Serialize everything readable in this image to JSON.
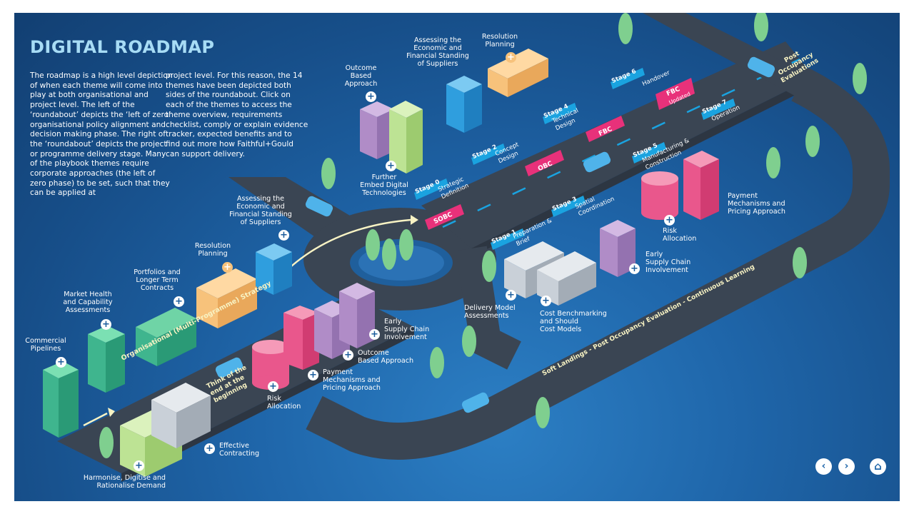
{
  "title": "DIGITAL ROADMAP",
  "intro_left": "The roadmap is a high level depiction of when each theme will come into play at both organisational and project level. The left of the ‘roundabout’ depicts the ‘left of zero’ organisational policy alignment and decision making phase. The right of the ‘roundabout’ depicts the project or programme delivery stage. Many of the playbook themes require corporate approaches (the left of zero phase) to be set, such that they can be applied at",
  "intro_right": "project level. For this reason, the 14 themes have been depicted both sides of the roundabout. Click on each of the themes to access the theme overview, requirements checklist, comply or explain evidence tracker, expected benefits and to find out more how Faithful+Gould can support delivery.",
  "road_labels": {
    "org_strategy": "Organisational (Multi-Programme) Strategy",
    "think_end": "Think of the end at the beginning",
    "soft_landings": "Soft Landings - Post Occupancy Evaluation - Continuous Learning",
    "post_occupancy": "Post Occupancy Evaluations"
  },
  "stages": [
    {
      "tag": "Stage 0",
      "name": "Strategic Definition"
    },
    {
      "tag": "Stage 1",
      "name": "Preparation & Brief"
    },
    {
      "tag": "Stage 2",
      "name": "Concept Design"
    },
    {
      "tag": "Stage 3",
      "name": "Spatial Coordination"
    },
    {
      "tag": "Stage 4",
      "name": "Technical Design"
    },
    {
      "tag": "Stage 5",
      "name": "Manufacturing & Construction"
    },
    {
      "tag": "Stage 6",
      "name": "Handover"
    },
    {
      "tag": "Stage 7",
      "name": "Operation"
    }
  ],
  "gates": {
    "sobc": "SOBC",
    "obc": "OBC",
    "fbc": "FBC",
    "fbc_updated": "FBC",
    "updated": "Updated"
  },
  "themes_left": {
    "commercial_pipelines": "Commercial\nPipelines",
    "market_health": "Market Health\nand Capability\nAssessments",
    "portfolios": "Portfolios and\nLonger Term\nContracts",
    "resolution_planning": "Resolution\nPlanning",
    "assessing_economic": "Assessing the\nEconomic and\nFinancial Standing\nof Suppliers",
    "harmonise": "Harmonise, Digitise and\nRationalise Demand",
    "effective_contracting": "Effective\nContracting",
    "risk_allocation": "Risk\nAllocation",
    "payment_mechanisms": "Payment\nMechanisms and\nPricing Approach",
    "outcome_based": "Outcome\nBased Approach",
    "early_supply": "Early\nSupply Chain\nInvolvement"
  },
  "themes_right": {
    "outcome_based": "Outcome\nBased\nApproach",
    "assessing_economic": "Assessing the\nEconomic and\nFinancial Standing\nof Suppliers",
    "resolution_planning": "Resolution\nPlanning",
    "further_embed": "Further\nEmbed Digital\nTechnologies",
    "payment_mechanisms": "Payment\nMechanisms and\nPricing Approach",
    "risk_allocation": "Risk\nAllocation",
    "early_supply": "Early\nSupply Chain\nInvolvement",
    "delivery_model": "Delivery Model\nAssessments",
    "cost_benchmarking": "Cost Benchmarking\nand Should\nCost Models"
  },
  "nav": {
    "prev_icon": "chevron-left-icon",
    "next_icon": "chevron-right-icon",
    "home_icon": "home-icon",
    "prev": "‹",
    "next": "›",
    "home": "⌂"
  },
  "colors": {
    "background": "#1f66aa",
    "road": "#3a4553",
    "title": "#a7dcf5",
    "stage_tag": "#1aa3e0",
    "gate": "#e8317a",
    "green_building": "#3fb58e",
    "orange_building": "#f7c27b",
    "blue_building": "#2f9ede",
    "purple_building": "#b08cc7",
    "pink_building": "#e9578c",
    "grey_building": "#c9d0d8",
    "lime_building": "#bde394",
    "tree": "#7fcf8f"
  }
}
